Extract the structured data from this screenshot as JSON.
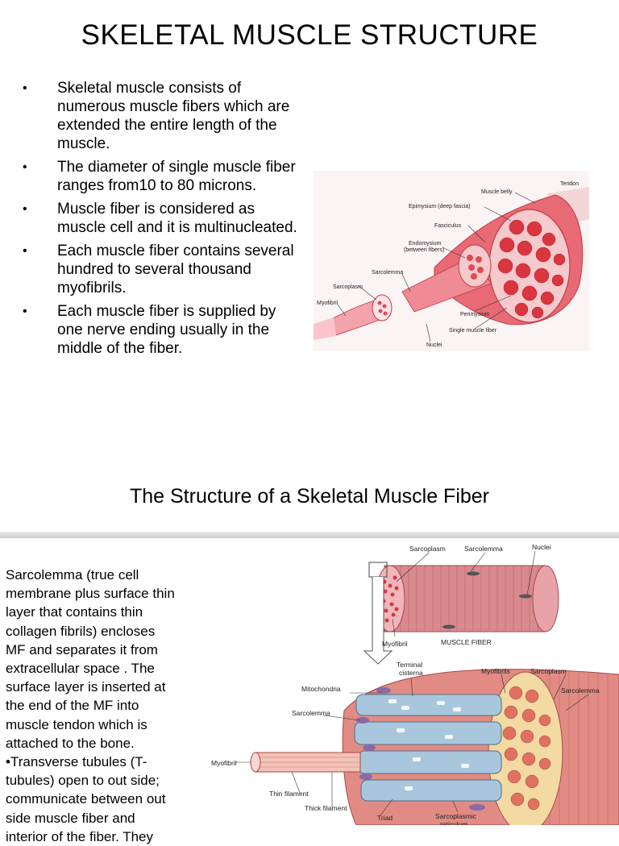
{
  "slide1": {
    "title": "SKELETAL MUSCLE STRUCTURE",
    "bullets": [
      "Skeletal muscle consists of numerous muscle fibers which are extended the entire length of the muscle.",
      "The diameter of single muscle fiber ranges from10 to 80 microns.",
      "Muscle fiber is considered as muscle cell and it is multinucleated.",
      "Each muscle fiber contains several hundred to several thousand myofibrils.",
      "Each muscle fiber is supplied by one nerve ending usually in the middle of the fiber."
    ],
    "figure_labels": {
      "tendon": "Tendon",
      "muscle_belly": "Muscle belly",
      "epimysium": "Epimysium (deep fascia)",
      "fasciculus": "Fasciculus",
      "endomysium_1": "Endomysium",
      "endomysium_2": "(between fibers)",
      "sarcolemma": "Sarcolemma",
      "sarcoplasm": "Sarcoplasm",
      "myofibril": "Myofibril",
      "perimysium": "Perimysium",
      "single_fiber": "Single muscle fiber",
      "nuclei": "Nuclei"
    }
  },
  "slide2": {
    "title": "The Structure of a Skeletal Muscle Fiber",
    "paragraph_lines": [
      "Sarcolemma (true cell",
      "membrane plus surface thin",
      "layer that contains thin",
      "collagen fibrils) encloses",
      "MF and separates it from",
      "extracellular space . The",
      "surface layer is inserted at",
      "the end of the MF into",
      "muscle tendon which is",
      "attached to the bone.",
      "•Transverse tubules (T-",
      "tubules) open to out side;",
      "communicate between out",
      "side muscle fiber and",
      "interior of the fiber. They"
    ],
    "figure_labels": {
      "sarcoplasm": "Sarcoplasm",
      "sarcolemma": "Sarcolemma",
      "nuclei": "Nuclei",
      "myofibril": "Myofibril",
      "muscle_fiber": "MUSCLE FIBER",
      "terminal_1": "Terminal",
      "terminal_2": "cisterna",
      "myofibrils": "Myofibrils",
      "sarcoplasm_b": "Sarcoplasm",
      "mitochondria": "Mitochondria",
      "sarcolemma_b": "Sarcolemma",
      "sarcolemma_c": "Sarcolemma",
      "myofibril_b": "Myofibril",
      "thin_filament": "Thin filament",
      "thick_filament": "Thick filament",
      "triad": "Triad",
      "sarcoplasmic": "Sarcoplasmic",
      "reticulum": "reticulum"
    }
  },
  "colors": {
    "muscle_red": "#e04a55",
    "muscle_pink": "#f3a3ab",
    "tubule_blue": "#a9c7dc",
    "mito_purple": "#8a6aa8",
    "tissue_bg": "#fbeef0"
  }
}
